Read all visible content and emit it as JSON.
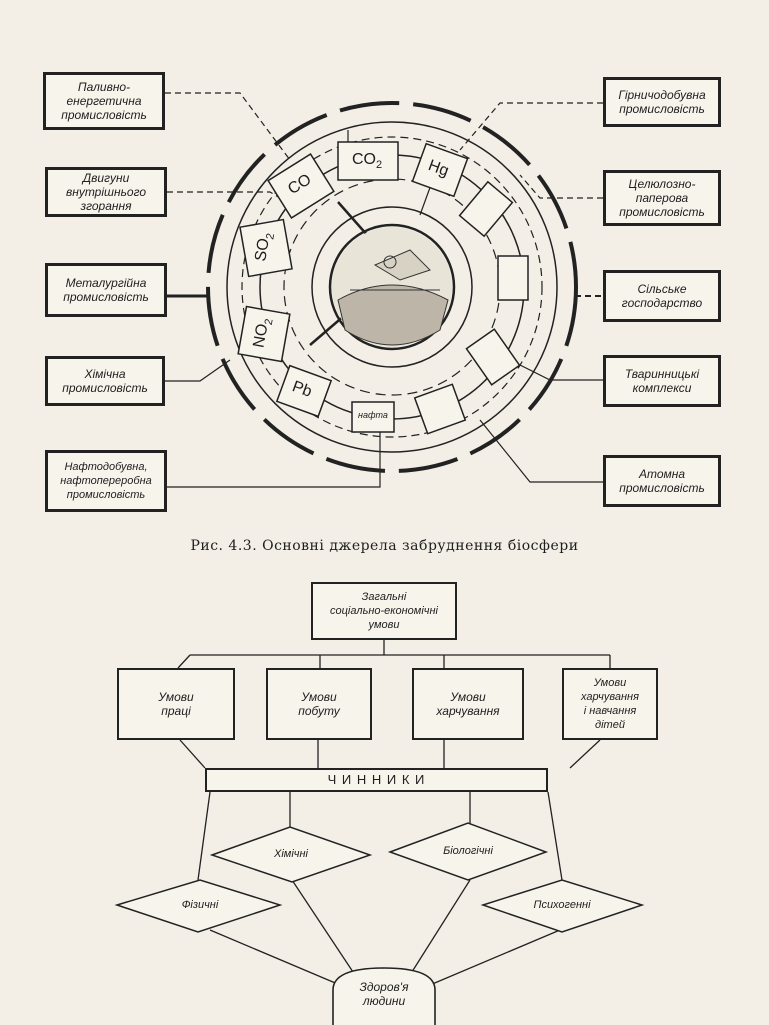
{
  "figure1": {
    "caption": "Рис. 4.3. Основні джерела забруднення біосфери",
    "sources_left": [
      "Паливно-\nенергетична\nпромисловість",
      "Двигуни\nвнутрішнього\nзгорання",
      "Металургійна\nпромисловість",
      "Хімічна\nпромисловість",
      "Нафтодобувна,\nнафтопереробна\nпромисловість"
    ],
    "sources_right": [
      "Гірничодобувна\nпромисловість",
      "Целюлозно-\nпаперова\nпромисловість",
      "Сільське\nгосподарство",
      "Тваринницькі\nкомплекси",
      "Атомна\nпромисловість"
    ],
    "pollutants": {
      "co": "CO",
      "co2": "CO",
      "co2_sub": "2",
      "hg": "Hg",
      "so2": "SO",
      "so2_sub": "2",
      "no2": "NO",
      "no2_sub": "2",
      "pb": "Pb",
      "oil": "нафта"
    }
  },
  "figure2": {
    "top": "Загальні\nсоціально-економічні\nумови",
    "conditions": [
      "Умови\nпраці",
      "Умови\nпобуту",
      "Умови\nхарчування",
      "Умови\nхарчування\nі навчання\nдітей"
    ],
    "factors_title": "Ч И Н Н И К И",
    "factors": [
      "Хімічні",
      "Біологічні",
      "Фізичні",
      "Психогенні"
    ],
    "health": "Здоров'я\nлюдини"
  }
}
